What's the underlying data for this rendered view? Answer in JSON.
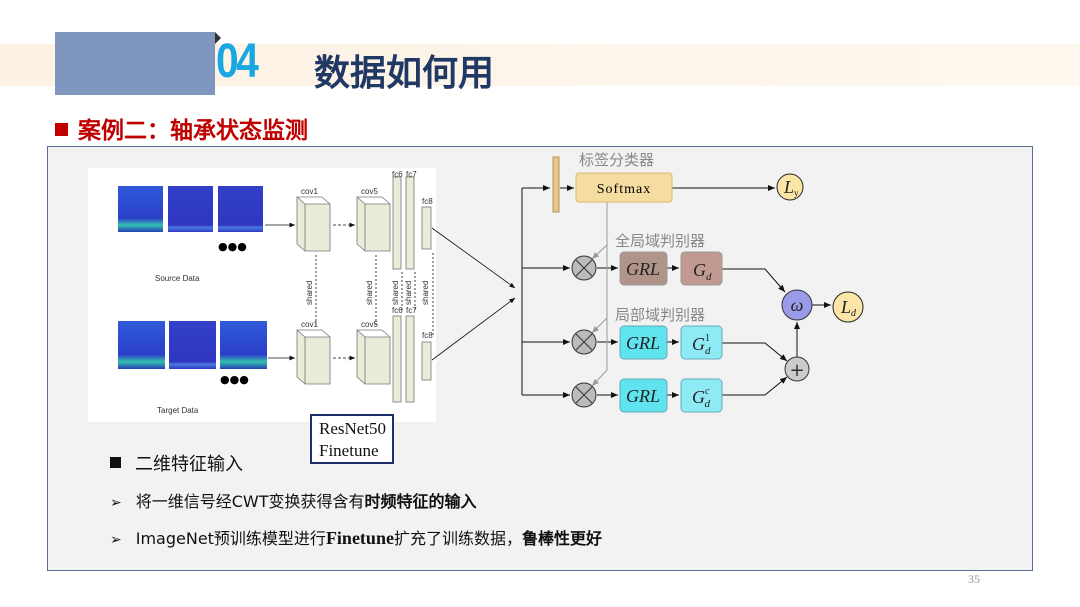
{
  "header": {
    "section_number": "04",
    "title": "数据如何用"
  },
  "subtitle": "案例二：轴承状态监测",
  "cnn": {
    "source_label": "Source Data",
    "target_label": "Target Data",
    "ellipsis": "●●●",
    "layers": {
      "cov1": "cov1",
      "cov5": "cov5",
      "fc6": "fc6",
      "fc7": "fc7",
      "fc8": "fc8"
    },
    "shared": "shared"
  },
  "resnet_box": {
    "line1": "ResNet50",
    "line2": "Finetune"
  },
  "classifier": {
    "label": "标签分类器",
    "softmax": "Softmax",
    "loss": "L",
    "loss_sub": "y"
  },
  "global_disc": {
    "label": "全局域判别器",
    "grl": "GRL",
    "g": "G",
    "g_sub": "d"
  },
  "local_disc": {
    "label": "局部域判别器",
    "grl": "GRL",
    "g1": "G",
    "g1_sub": "d",
    "g1_sup": "1",
    "gc": "G",
    "gc_sub": "d",
    "gc_sup": "c"
  },
  "combine": {
    "omega": "ω",
    "plus": "+",
    "times": "⊗",
    "loss": "L",
    "loss_sub": "d"
  },
  "bullets": {
    "heading": "二维特征输入",
    "items": [
      {
        "pre": "将一维信号经CWT变换获得含有",
        "bold": "时频特征的输入",
        "post": ""
      },
      {
        "pre": "ImageNet预训练模型进行",
        "bold": "Finetune",
        "mid": "扩充了训练数据，",
        "bold2": "鲁棒性更好"
      }
    ]
  },
  "page_number": "35",
  "colors": {
    "accent_blue": "#19a7e1",
    "title_navy": "#1f3864",
    "subtitle_red": "#c00000",
    "softmax": "#f5dca0",
    "grl_global": "#b0948a",
    "grl_local": "#5fe3ef",
    "omega": "#9a9ae8"
  }
}
